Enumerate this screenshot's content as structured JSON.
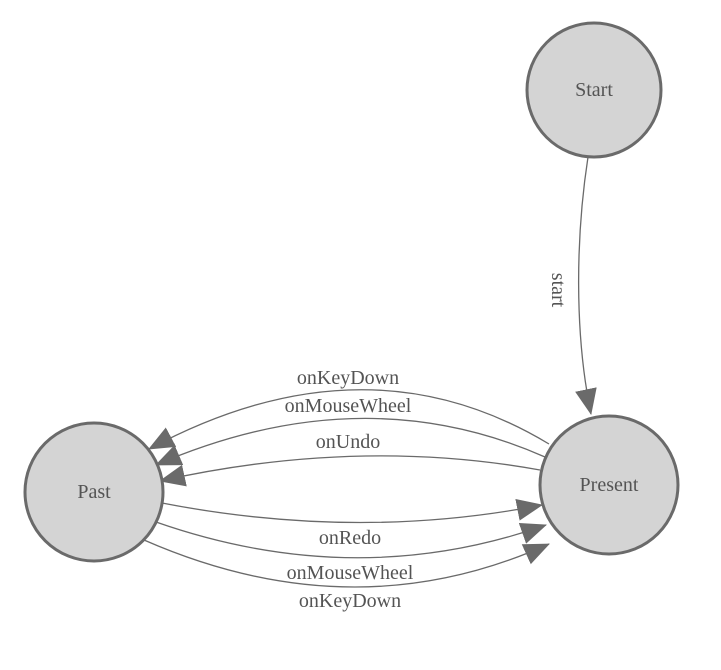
{
  "diagram": {
    "type": "state-machine",
    "colors": {
      "background": "#ffffff",
      "node_fill": "#d4d4d4",
      "node_stroke": "#6a6a6a",
      "edge_stroke": "#6a6a6a",
      "arrowhead_fill": "#6a6a6a",
      "label_color": "#545454"
    },
    "nodes": [
      {
        "id": "start",
        "label": "Start"
      },
      {
        "id": "present",
        "label": "Present"
      },
      {
        "id": "past",
        "label": "Past"
      }
    ],
    "edges": [
      {
        "id": "start-to-present",
        "label": "start",
        "from": "Start",
        "to": "Present"
      },
      {
        "id": "present-to-past-keydown",
        "label": "onKeyDown",
        "from": "Present",
        "to": "Past"
      },
      {
        "id": "present-to-past-mousewheel",
        "label": "onMouseWheel",
        "from": "Present",
        "to": "Past"
      },
      {
        "id": "present-to-past-undo",
        "label": "onUndo",
        "from": "Present",
        "to": "Past"
      },
      {
        "id": "past-to-present-redo",
        "label": "onRedo",
        "from": "Past",
        "to": "Present"
      },
      {
        "id": "past-to-present-mousewheel",
        "label": "onMouseWheel",
        "from": "Past",
        "to": "Present"
      },
      {
        "id": "past-to-present-keydown",
        "label": "onKeyDown",
        "from": "Past",
        "to": "Present"
      }
    ]
  }
}
